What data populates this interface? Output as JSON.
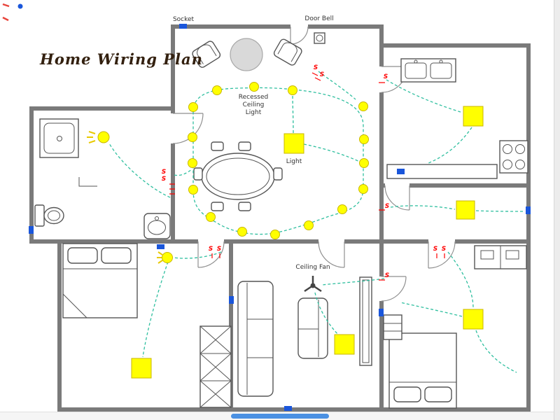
{
  "title": "Home Wiring Plan",
  "labels": {
    "socket": "Socket",
    "door_bell": "Door Bell",
    "recessed_ceiling_light": [
      "Recessed",
      "Ceiling",
      "Light"
    ],
    "light": "Light",
    "ceiling_fan": "Ceiling Fan",
    "switch_symbol": "S"
  },
  "colors": {
    "wall_gray": "#7a7a7a",
    "light_yellow": "#ffff00",
    "wire_teal": "#2fbf9f",
    "switch_red": "#ff0000",
    "socket_blue": "#1a56db",
    "title_brown": "#33200f",
    "scrollbar_thumb_blue": "#4a90e2"
  }
}
